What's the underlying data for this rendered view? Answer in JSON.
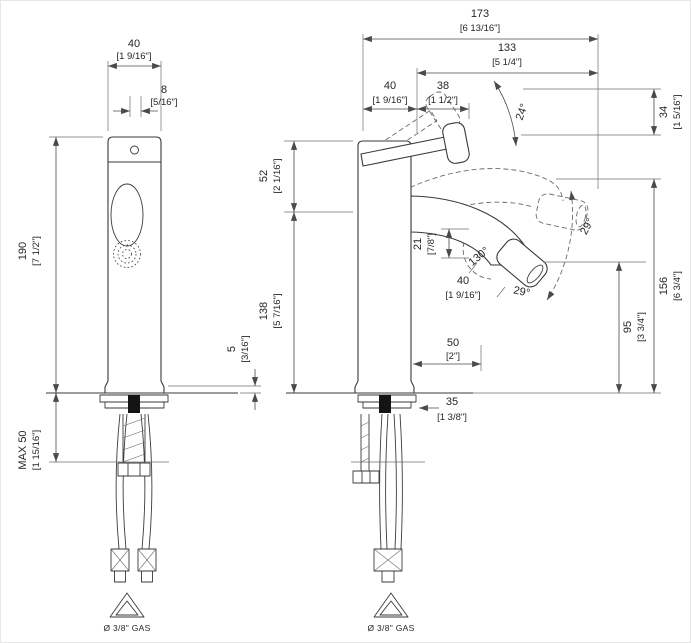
{
  "front_view": {
    "dims": {
      "width": {
        "mm": "40",
        "in": "[1 9/16\"]"
      },
      "slot": {
        "mm": "8",
        "in": "[5/16\"]"
      },
      "height": {
        "mm": "190",
        "in": "[7 1/2\"]"
      },
      "max_thickness": {
        "mm": "MAX 50",
        "in": "[1 15/16\"]"
      },
      "base_gap": {
        "mm": "5",
        "in": "[3/16\"]"
      }
    },
    "connection_label": "Ø 3/8\" GAS"
  },
  "side_view": {
    "dims": {
      "total_depth": {
        "mm": "173",
        "in": "[6 13/16\"]"
      },
      "spout_reach": {
        "mm": "133",
        "in": "[5 1/4\"]"
      },
      "body_depth": {
        "mm": "40",
        "in": "[1 9/16\"]"
      },
      "handle_offset": {
        "mm": "38",
        "in": "[1 1/2\"]"
      },
      "handle_angle": "24°",
      "handle_rise": {
        "mm": "34",
        "in": "[1 5/16\"]"
      },
      "cap_height": {
        "mm": "52",
        "in": "[2 1/16\"]"
      },
      "spout_drop": {
        "mm": "21",
        "in": "[7/8\"]"
      },
      "swivel_angle": "130°",
      "tilt_up": "29°",
      "tilt_down": "29°",
      "aerator_width": {
        "mm": "40",
        "in": "[1 9/16\"]"
      },
      "raised_height": {
        "mm": "156",
        "in": "[6 3/4\"]"
      },
      "outlet_height": {
        "mm": "95",
        "in": "[3 3/4\"]"
      },
      "spout_height": {
        "mm": "138",
        "in": "[5 7/16\"]"
      },
      "base_reach": {
        "mm": "50",
        "in": "[2\"]"
      },
      "flange_width": {
        "mm": "35",
        "in": "[1 3/8\"]"
      }
    },
    "connection_label": "Ø 3/8\" GAS"
  }
}
